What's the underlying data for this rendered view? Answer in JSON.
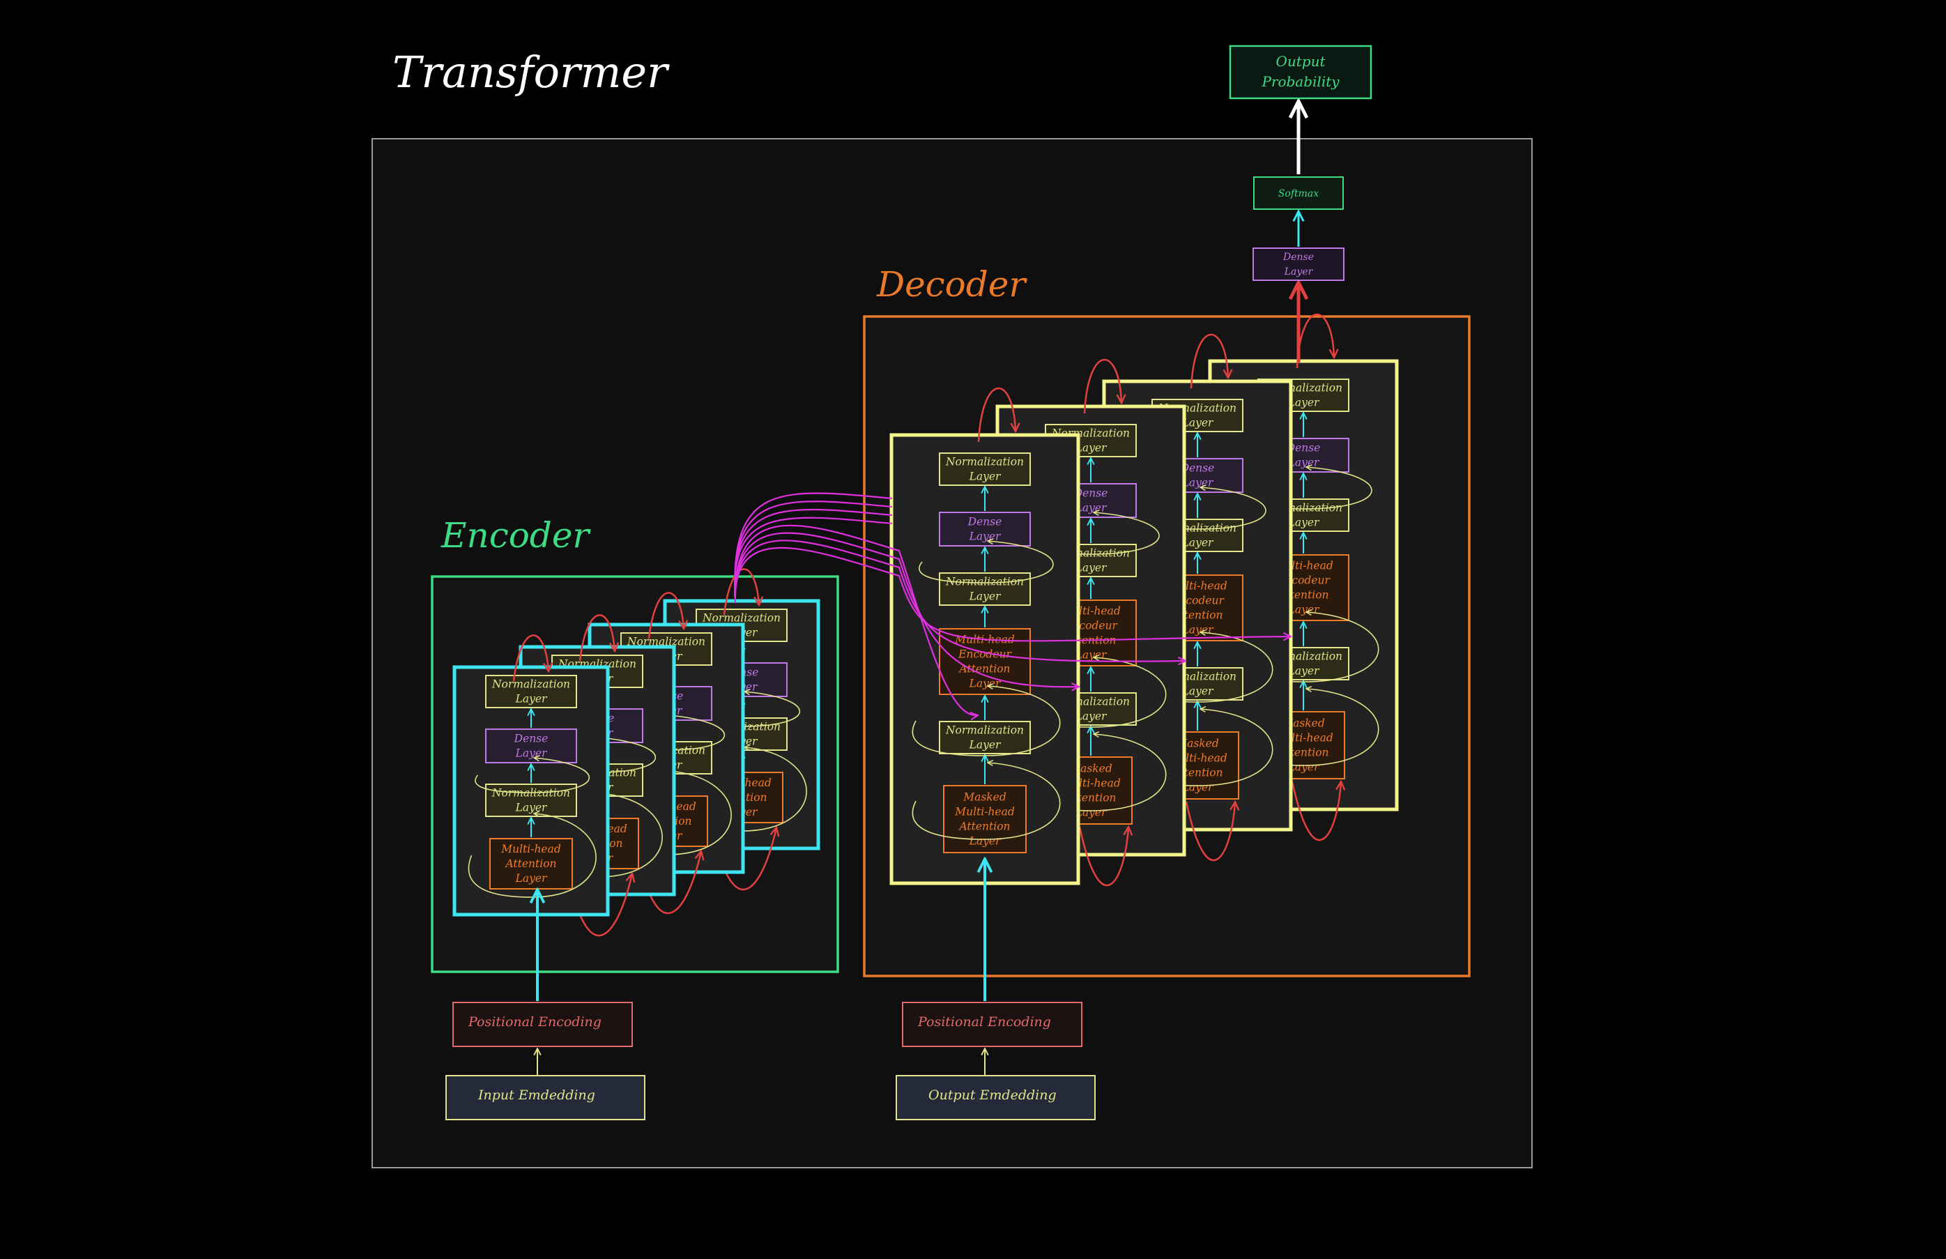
{
  "title": "Transformer",
  "encoder": {
    "heading": "Encoder",
    "layers": {
      "norm_top": [
        "Normalization",
        "Layer"
      ],
      "dense": [
        "Dense",
        "Layer"
      ],
      "norm_mid": [
        "Normalization",
        "Layer"
      ],
      "attention": [
        "Multi-head",
        "Attention",
        "Layer"
      ]
    },
    "positional_encoding": "Positional Encoding",
    "embedding": "Input Emdedding"
  },
  "decoder": {
    "heading": "Decoder",
    "layers": {
      "norm_top": [
        "Normalization",
        "Layer"
      ],
      "dense": [
        "Dense",
        "Layer"
      ],
      "norm_mid": [
        "Normalization",
        "Layer"
      ],
      "cross_attention": [
        "Multi-head",
        "Encodeur",
        "Attention",
        "Layer"
      ],
      "norm_bottom": [
        "Normalization",
        "Layer"
      ],
      "masked_attention": [
        "Masked",
        "Multi-head",
        "Attention",
        "Layer"
      ]
    },
    "positional_encoding": "Positional Encoding",
    "embedding": "Output Emdedding"
  },
  "head": {
    "dense": [
      "Dense",
      "Layer"
    ],
    "softmax": "Softmax",
    "output": [
      "Output",
      "Probability"
    ]
  },
  "colors": {
    "background": "#000000",
    "panel": "#0f0f0f",
    "panel_border": "#9a9a9a",
    "encoder": "#3ddc84",
    "decoder": "#ea7a2a",
    "block_enc": "#3ee6f2",
    "block_dec": "#f4f48c",
    "norm": "#e4e48a",
    "dense": "#c07ae6",
    "attention": "#ee7b2a",
    "residual": "#e34040",
    "cross": "#e030e0",
    "flow": "#3ee6f2",
    "pos": "#e26a6a",
    "emb": "#e4e48a"
  }
}
